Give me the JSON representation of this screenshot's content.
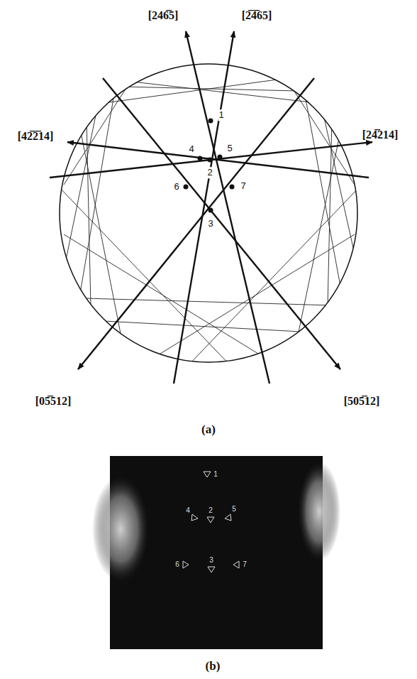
{
  "diagram": {
    "labels": [
      "[246̅5]",
      "[2̅4̅65]",
      "[42̅2̅14]",
      "[24̅214]",
      "[05̅512]",
      "[505̅12]",
      "1",
      "4",
      "2",
      "5",
      "6",
      "3",
      "7",
      "(a)",
      "1",
      "4",
      "2",
      "5",
      "6",
      "3",
      "7",
      "(b)"
    ]
  }
}
